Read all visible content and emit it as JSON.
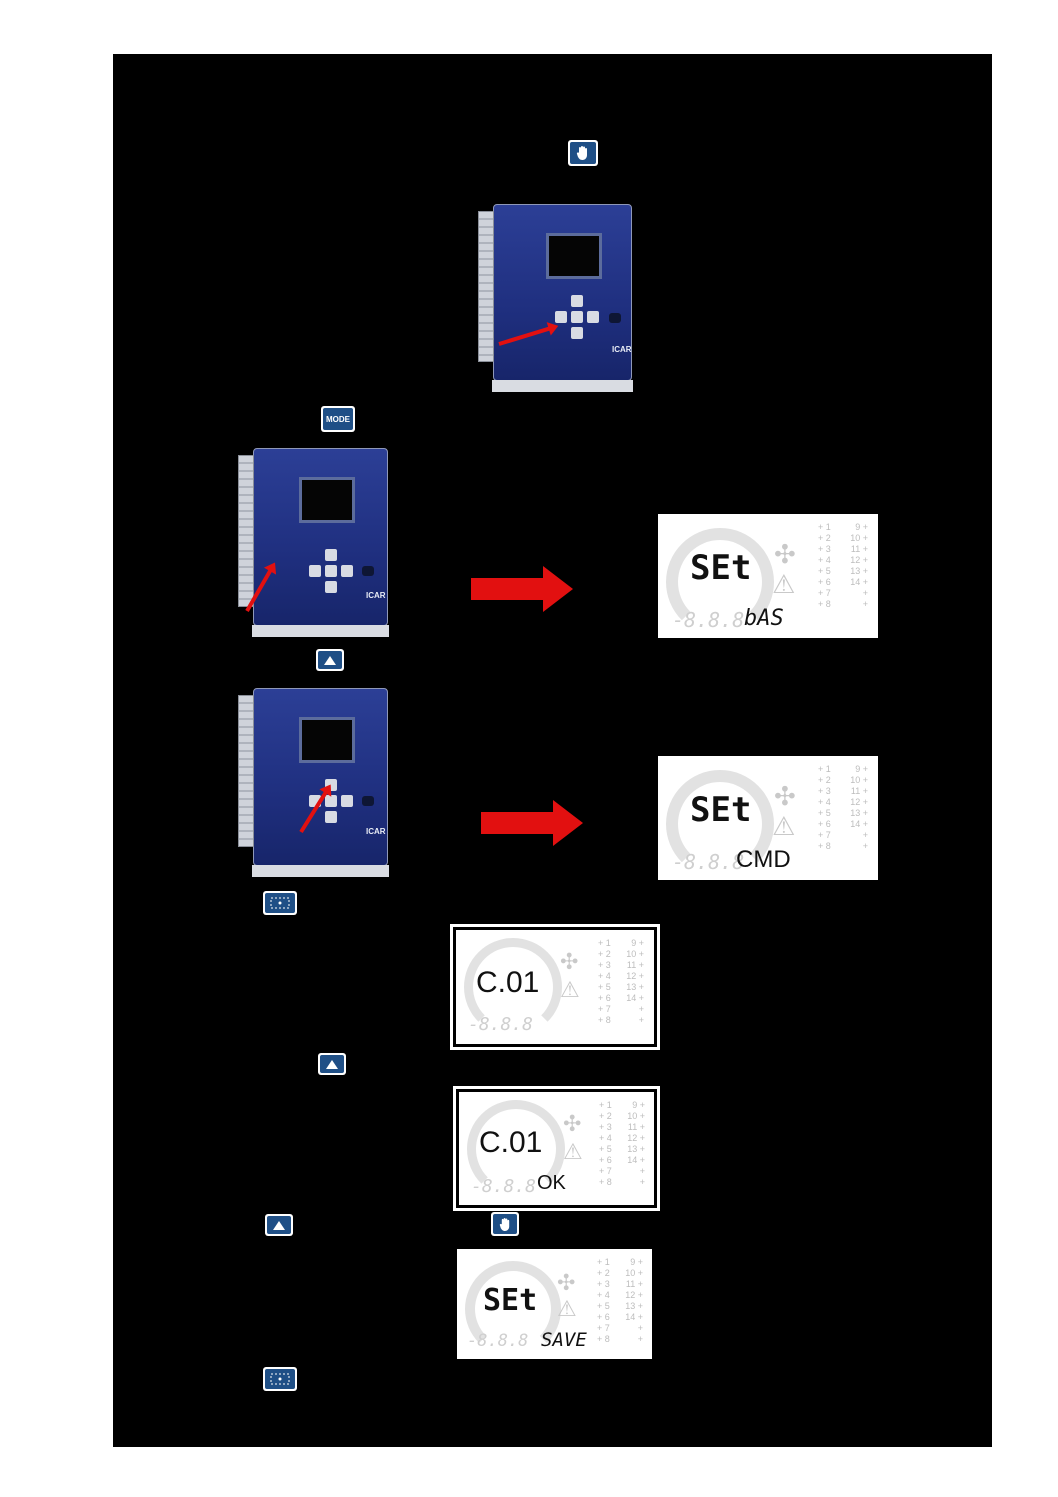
{
  "icons": {
    "hand_key": "hand-icon",
    "mode_key_label": "MODE",
    "up_key": "arrow-up-icon",
    "enter_key": "enter-icon"
  },
  "colors": {
    "page_background": "#000000",
    "key_blue": "#1f4f86",
    "device_blue": "#24358a",
    "arrow_red": "#e21010",
    "lcd_background": "#ffffff"
  },
  "devices": {
    "logo": "ICAR"
  },
  "displays": {
    "d1": {
      "main": "SEt",
      "ghost": "-8.8.8",
      "sub": "bAS"
    },
    "d2": {
      "main": "SEt",
      "ghost": "-8.8.8",
      "sub": "CMD"
    },
    "d3": {
      "main": "C.01",
      "ghost": "-8.8.8",
      "sub": ""
    },
    "d4": {
      "main": "C.01",
      "ghost": "-8.8.8",
      "sub": "OK"
    },
    "d5": {
      "main": "SEt",
      "ghost": "-8.8.8",
      "sub": "SAVE"
    }
  },
  "step_numbers": {
    "left": [
      "1",
      "2",
      "3",
      "4",
      "5",
      "6",
      "7",
      "8"
    ],
    "right": [
      "9",
      "10",
      "11",
      "12",
      "13",
      "14",
      "",
      ""
    ]
  }
}
